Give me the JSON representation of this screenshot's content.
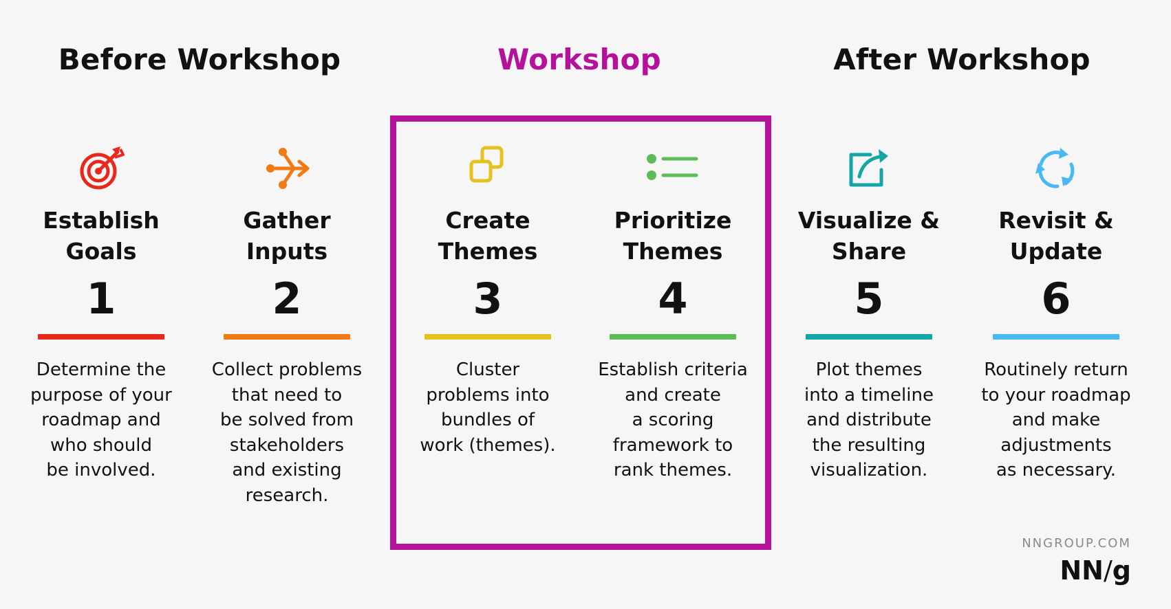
{
  "phases": {
    "before": "Before Workshop",
    "workshop": "Workshop",
    "after": "After Workshop"
  },
  "colors": {
    "workshop_accent": "#b5119b",
    "text": "#111111",
    "background": "#f6f6f6"
  },
  "steps": [
    {
      "icon": "target-icon",
      "title_lines": [
        "Establish",
        "Goals"
      ],
      "number": "1",
      "color": "#e8281c",
      "desc_lines": [
        "Determine the",
        "purpose of your",
        "roadmap and",
        "who should",
        "be involved."
      ]
    },
    {
      "icon": "branch-arrows-icon",
      "title_lines": [
        "Gather",
        "Inputs"
      ],
      "number": "2",
      "color": "#f27a14",
      "desc_lines": [
        "Collect problems",
        "that need to",
        "be solved from",
        "stakeholders",
        "and existing",
        "research."
      ]
    },
    {
      "icon": "overlapping-squares-icon",
      "title_lines": [
        "Create",
        "Themes"
      ],
      "number": "3",
      "color": "#e6c21f",
      "desc_lines": [
        "Cluster",
        "problems into",
        "bundles of",
        "work (themes)."
      ]
    },
    {
      "icon": "list-icon",
      "title_lines": [
        "Prioritize",
        "Themes"
      ],
      "number": "4",
      "color": "#5cbd58",
      "desc_lines": [
        "Establish criteria",
        "and create",
        "a scoring",
        "framework to",
        "rank themes."
      ]
    },
    {
      "icon": "share-arrow-icon",
      "title_lines": [
        "Visualize &",
        "Share"
      ],
      "number": "5",
      "color": "#14a6a6",
      "desc_lines": [
        "Plot themes",
        "into a timeline",
        "and distribute",
        "the resulting",
        "visualization."
      ]
    },
    {
      "icon": "refresh-cycle-icon",
      "title_lines": [
        "Revisit &",
        "Update"
      ],
      "number": "6",
      "color": "#4ab8f2",
      "desc_lines": [
        "Routinely return",
        "to your roadmap",
        "and make",
        "adjustments",
        "as necessary."
      ]
    }
  ],
  "brand": {
    "url": "NNGROUP.COM",
    "logo_left": "NN",
    "logo_slash": "/",
    "logo_right": "g"
  }
}
